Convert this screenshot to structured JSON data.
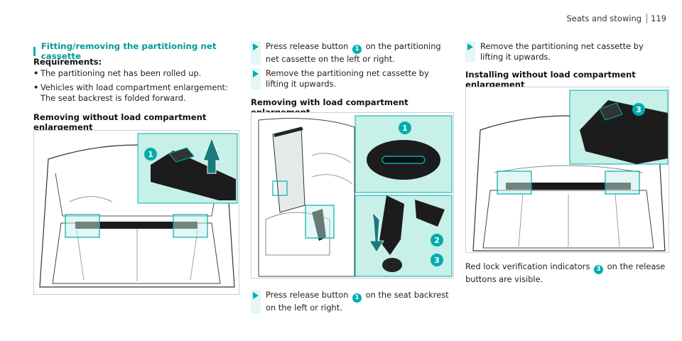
{
  "header": {
    "section": "Seats and stowing",
    "page": "119"
  },
  "col1": {
    "title": "Fitting/removing the partitioning net cassette",
    "req_heading": "Requirements:",
    "bullets": [
      "The partitioning net has been rolled up.",
      "Vehicles with load compartment enlargement: The seat backrest is folded forward."
    ],
    "heading2": "Removing without load compartment enlargement",
    "callouts": [
      "1"
    ]
  },
  "col2": {
    "step1_a": "Press release button",
    "step1_num": "1",
    "step1_b": "on the partitioning net cassette on the left or right.",
    "step2": "Remove the partitioning net cassette by lifting it upwards.",
    "heading": "Removing with load compartment enlargement",
    "callouts": [
      "1",
      "2",
      "3"
    ],
    "step3_a": "Press release button",
    "step3_num": "1",
    "step3_b": "on the seat backrest on the left or right."
  },
  "col3": {
    "step1": "Remove the partitioning net cassette by lifting it upwards.",
    "heading": "Installing without load compartment enlargement",
    "callouts": [
      "3"
    ],
    "note_a": "Red lock verification indicators",
    "note_num": "3",
    "note_b": "on the release buttons are visible."
  },
  "colors": {
    "accent": "#00adad",
    "panel": "#c6f0e8",
    "dark": "#111111"
  }
}
